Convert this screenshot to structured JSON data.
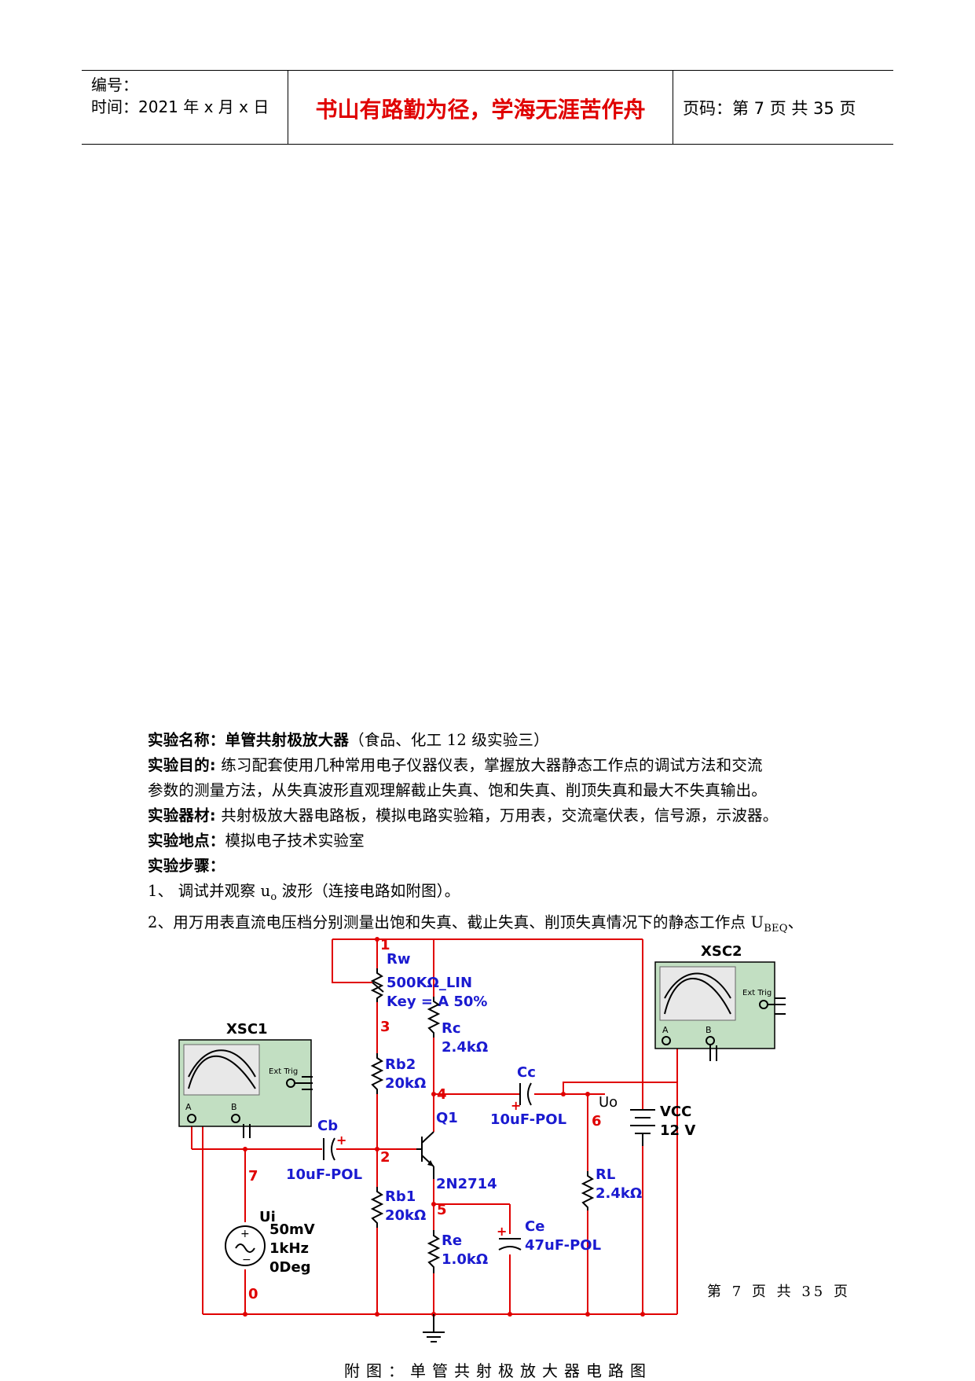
{
  "header": {
    "number_label": "编号：",
    "time_label": "时间：2021 年 x 月 x 日",
    "motto": "书山有路勤为径，学海无涯苦作舟",
    "page_info": "页码：第 7 页  共 35 页"
  },
  "experiment": {
    "name_label": "实验名称：",
    "name_value": "单管共射极放大器",
    "name_note": "（食品、化工 12 级实验三）",
    "purpose_label": "实验目的",
    "purpose_text_1": "练习配套使用几种常用电子仪器仪表，掌握放大器静态工作点的调试方法和交流",
    "purpose_text_2": "参数的测量方法，从失真波形直观理解截止失真、饱和失真、削顶失真和最大不失真输出。",
    "equipment_label": "实验器材",
    "equipment_text": "共射极放大器电路板，模拟电路实验箱，万用表，交流毫伏表，信号源，示波器。",
    "location_label": "实验地点：",
    "location_text": "模拟电子技术实验室",
    "steps_label": "实验步骤：",
    "step1_a": "1、 调试并观察 u",
    "step1_sub": "o",
    "step1_b": " 波形（连接电路如附图）。",
    "step2_a": "2、用万用表直流电压档分别测量出饱和失真、截止失真、削顶失真情况下的静态工作点 U",
    "step2_sub": "BEQ",
    "step2_b": "、"
  },
  "circuit": {
    "xsc1": "XSC1",
    "xsc2": "XSC2",
    "ext_trig": "Ext Trig",
    "ch_a": "A",
    "ch_b": "B",
    "rw_name": "Rw",
    "rw_value": "500KΩ_LIN",
    "rw_key": "Key = A 50%",
    "rc_name": "Rc",
    "rc_value": "2.4kΩ",
    "rb2_name": "Rb2",
    "rb2_value": "20kΩ",
    "rb1_name": "Rb1",
    "rb1_value": "20kΩ",
    "re_name": "Re",
    "re_value": "1.0kΩ",
    "rl_name": "RL",
    "rl_value": "2.4kΩ",
    "cc_name": "Cc",
    "cc_value": "10uF-POL",
    "cb_name": "Cb",
    "cb_value": "10uF-POL",
    "ce_name": "Ce",
    "ce_value": "47uF-POL",
    "q1_name": "Q1",
    "q1_model": "2N2714",
    "uo": "Uo",
    "vcc_name": "VCC",
    "vcc_value": "12 V",
    "ui_name": "Ui",
    "ui_amp": "50mV",
    "ui_freq": "1kHz",
    "ui_phase": "0Deg",
    "nodes": [
      "1",
      "2",
      "3",
      "4",
      "5",
      "6",
      "7",
      "0"
    ]
  },
  "footer": {
    "page": "第 7 页 共 35 页",
    "caption": "附图：单管共射极放大器电路图"
  }
}
